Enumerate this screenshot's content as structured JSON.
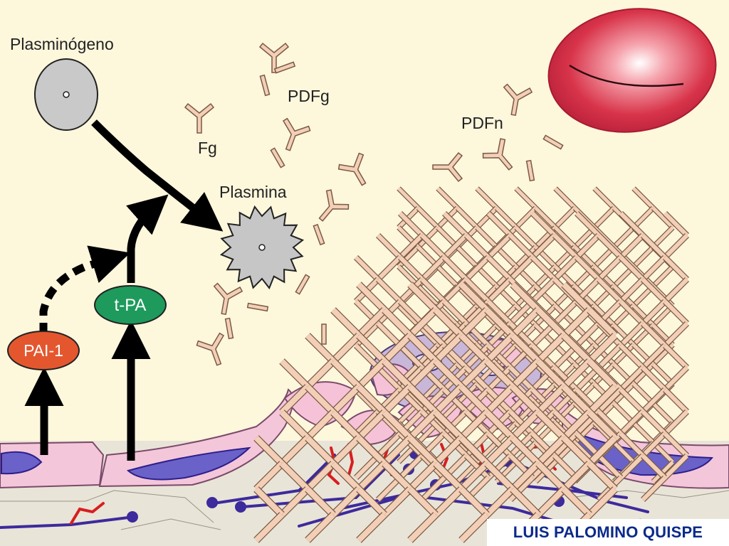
{
  "labels": {
    "plasminogen": "Plasminógeno",
    "pdfg": "PDFg",
    "fg": "Fg",
    "pdfn": "PDFn",
    "plasmin": "Plasmina",
    "tpa": "t-PA",
    "pai1": "PAI-1"
  },
  "credit": "LUIS PALOMINO QUISPE",
  "colors": {
    "background": "#fdf7dc",
    "tissue": "#e8e2d4",
    "fibrin_mesh": "#f2cfb6",
    "fibrin_stroke": "#7a5a44",
    "tpa": "#1e9a5c",
    "pai1": "#e4572e",
    "red_cell": "#c8283c",
    "endothelium": "#f6c2d8",
    "nucleus": "#3b2fa5",
    "collagen": "#3d2a9c",
    "vwf": "#d81e1e",
    "credit_text": "#0a2a8a"
  },
  "icons": [
    "plasminogen-disc",
    "plasmin-sawblade",
    "red-blood-cell",
    "fibrin-mesh",
    "fragment-y-shape",
    "arrow"
  ]
}
